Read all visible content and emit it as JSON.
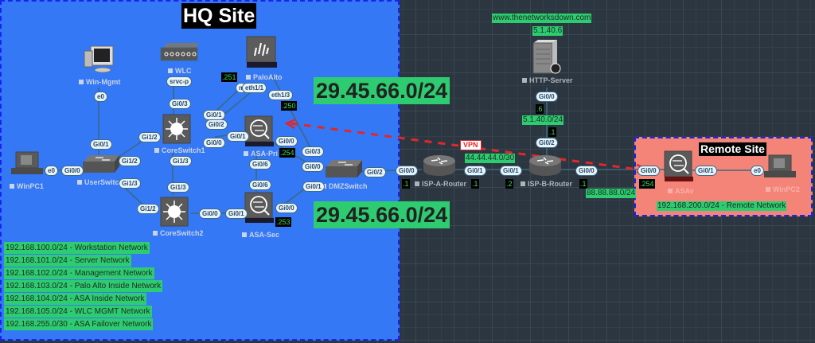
{
  "sites": {
    "hq": {
      "title": "HQ Site"
    },
    "remote": {
      "title": "Remote Site"
    }
  },
  "nodes": {
    "win_mgmt": "Win-Mgmt",
    "wlc": "WLC",
    "palo_alto": "PaloAlto",
    "core_switch1": "CoreSwitch1",
    "core_switch2": "CoreSwitch2",
    "user_switch": "UserSwitch",
    "winpc1": "WinPC1",
    "asa_pri": "ASA-Pri",
    "asa_sec": "ASA-Sec",
    "dmz_switch": "DMZSwitch",
    "isp_a_router": "ISP-A-Router",
    "isp_b_router": "ISP-B-Router",
    "http_server": "HTTP-Server",
    "asav": "ASAv",
    "winpc2": "WinPC2"
  },
  "ports": {
    "winmgmt_e0": "e0",
    "wlc_srvcp": "srvc-p",
    "cs1_gi03": "Gi0/3",
    "cs1_gi01": "Gi0/1",
    "cs1_gi02": "Gi0/2",
    "cs1_gi00": "Gi0/0",
    "cs1_gi12": "Gi1/2",
    "cs1_gi13": "Gi1/3",
    "pa_mgmt": "m",
    "pa_eth11": "eth1/1",
    "pa_eth13": "eth1/3",
    "us_gi01": "Gi0/1",
    "us_gi00": "Gi0/0",
    "us_gi12": "Gi1/2",
    "us_gi13": "Gi1/3",
    "winpc1_e0": "e0",
    "cs2_gi13": "Gi1/3",
    "cs2_gi12": "Gi1/2",
    "cs2_gi00": "Gi0/0",
    "asapri_gi01": "Gi0/1",
    "asapri_gi00": "Gi0/0",
    "asapri_gi06": "Gi0/6",
    "asasec_gi06": "Gi0/6",
    "asasec_gi01": "Gi0/1",
    "asasec_gi00": "Gi0/0",
    "dmz_gi03": "Gi0/3",
    "dmz_gi00": "Gi0/0",
    "dmz_gi01": "Gi0/1",
    "dmz_gi02": "Gi0/2",
    "ispa_gi00": "Gi0/0",
    "ispa_gi01": "Gi0/1",
    "ispb_gi01": "Gi0/1",
    "ispb_gi02": "Gi0/2",
    "ispb_gi00": "Gi0/0",
    "http_gi00": "Gi0/0",
    "asav_gi00": "Gi0/0",
    "asav_gi01": "Gi0/1",
    "winpc2_e0": "e0"
  },
  "host_ips": {
    "pa_mgmt": ".251",
    "pa_eth13": ".250",
    "asa_pri": ".254",
    "asa_sec": ".253",
    "ispa_gi00": ".1",
    "ispa_gi01": ".1",
    "ispb_gi01": ".2",
    "ispb_gi00": ".1",
    "http_gi00": ".6",
    "ispb_gi02": ".1",
    "asav_gi00": ".254"
  },
  "networks": {
    "outside_top": "29.45.66.0/24",
    "outside_bottom": "29.45.66.0/24",
    "isp_link": "44.44.44.0/30",
    "server_net": "5.1.40.0/24",
    "remote_wan": "88.88.88.0/24",
    "website": "www.thenetworksdown.com",
    "server_ip": "5.1.40.6",
    "remote_lan": "192.168.200.0/24 - Remote Network",
    "hq_list": [
      "192.168.100.0/24 - Workstation Network",
      "192.168.101.0/24 - Server Network",
      "192.168.102.0/24 - Management Network",
      "192.168.103.0/24 - Palo Alto Inside Network",
      "192.168.104.0/24 - ASA Inside Network",
      "192.168.105.0/24 - WLC MGMT Network",
      "192.168.255.0/30 - ASA Failover Network"
    ]
  },
  "vpn": {
    "label": "VPN",
    "color": "#e0282a"
  },
  "colors": {
    "hq_bg": "#3478f6",
    "remote_bg": "#f58478",
    "net_label": "#2ecc71",
    "border": "#1a22ee"
  }
}
